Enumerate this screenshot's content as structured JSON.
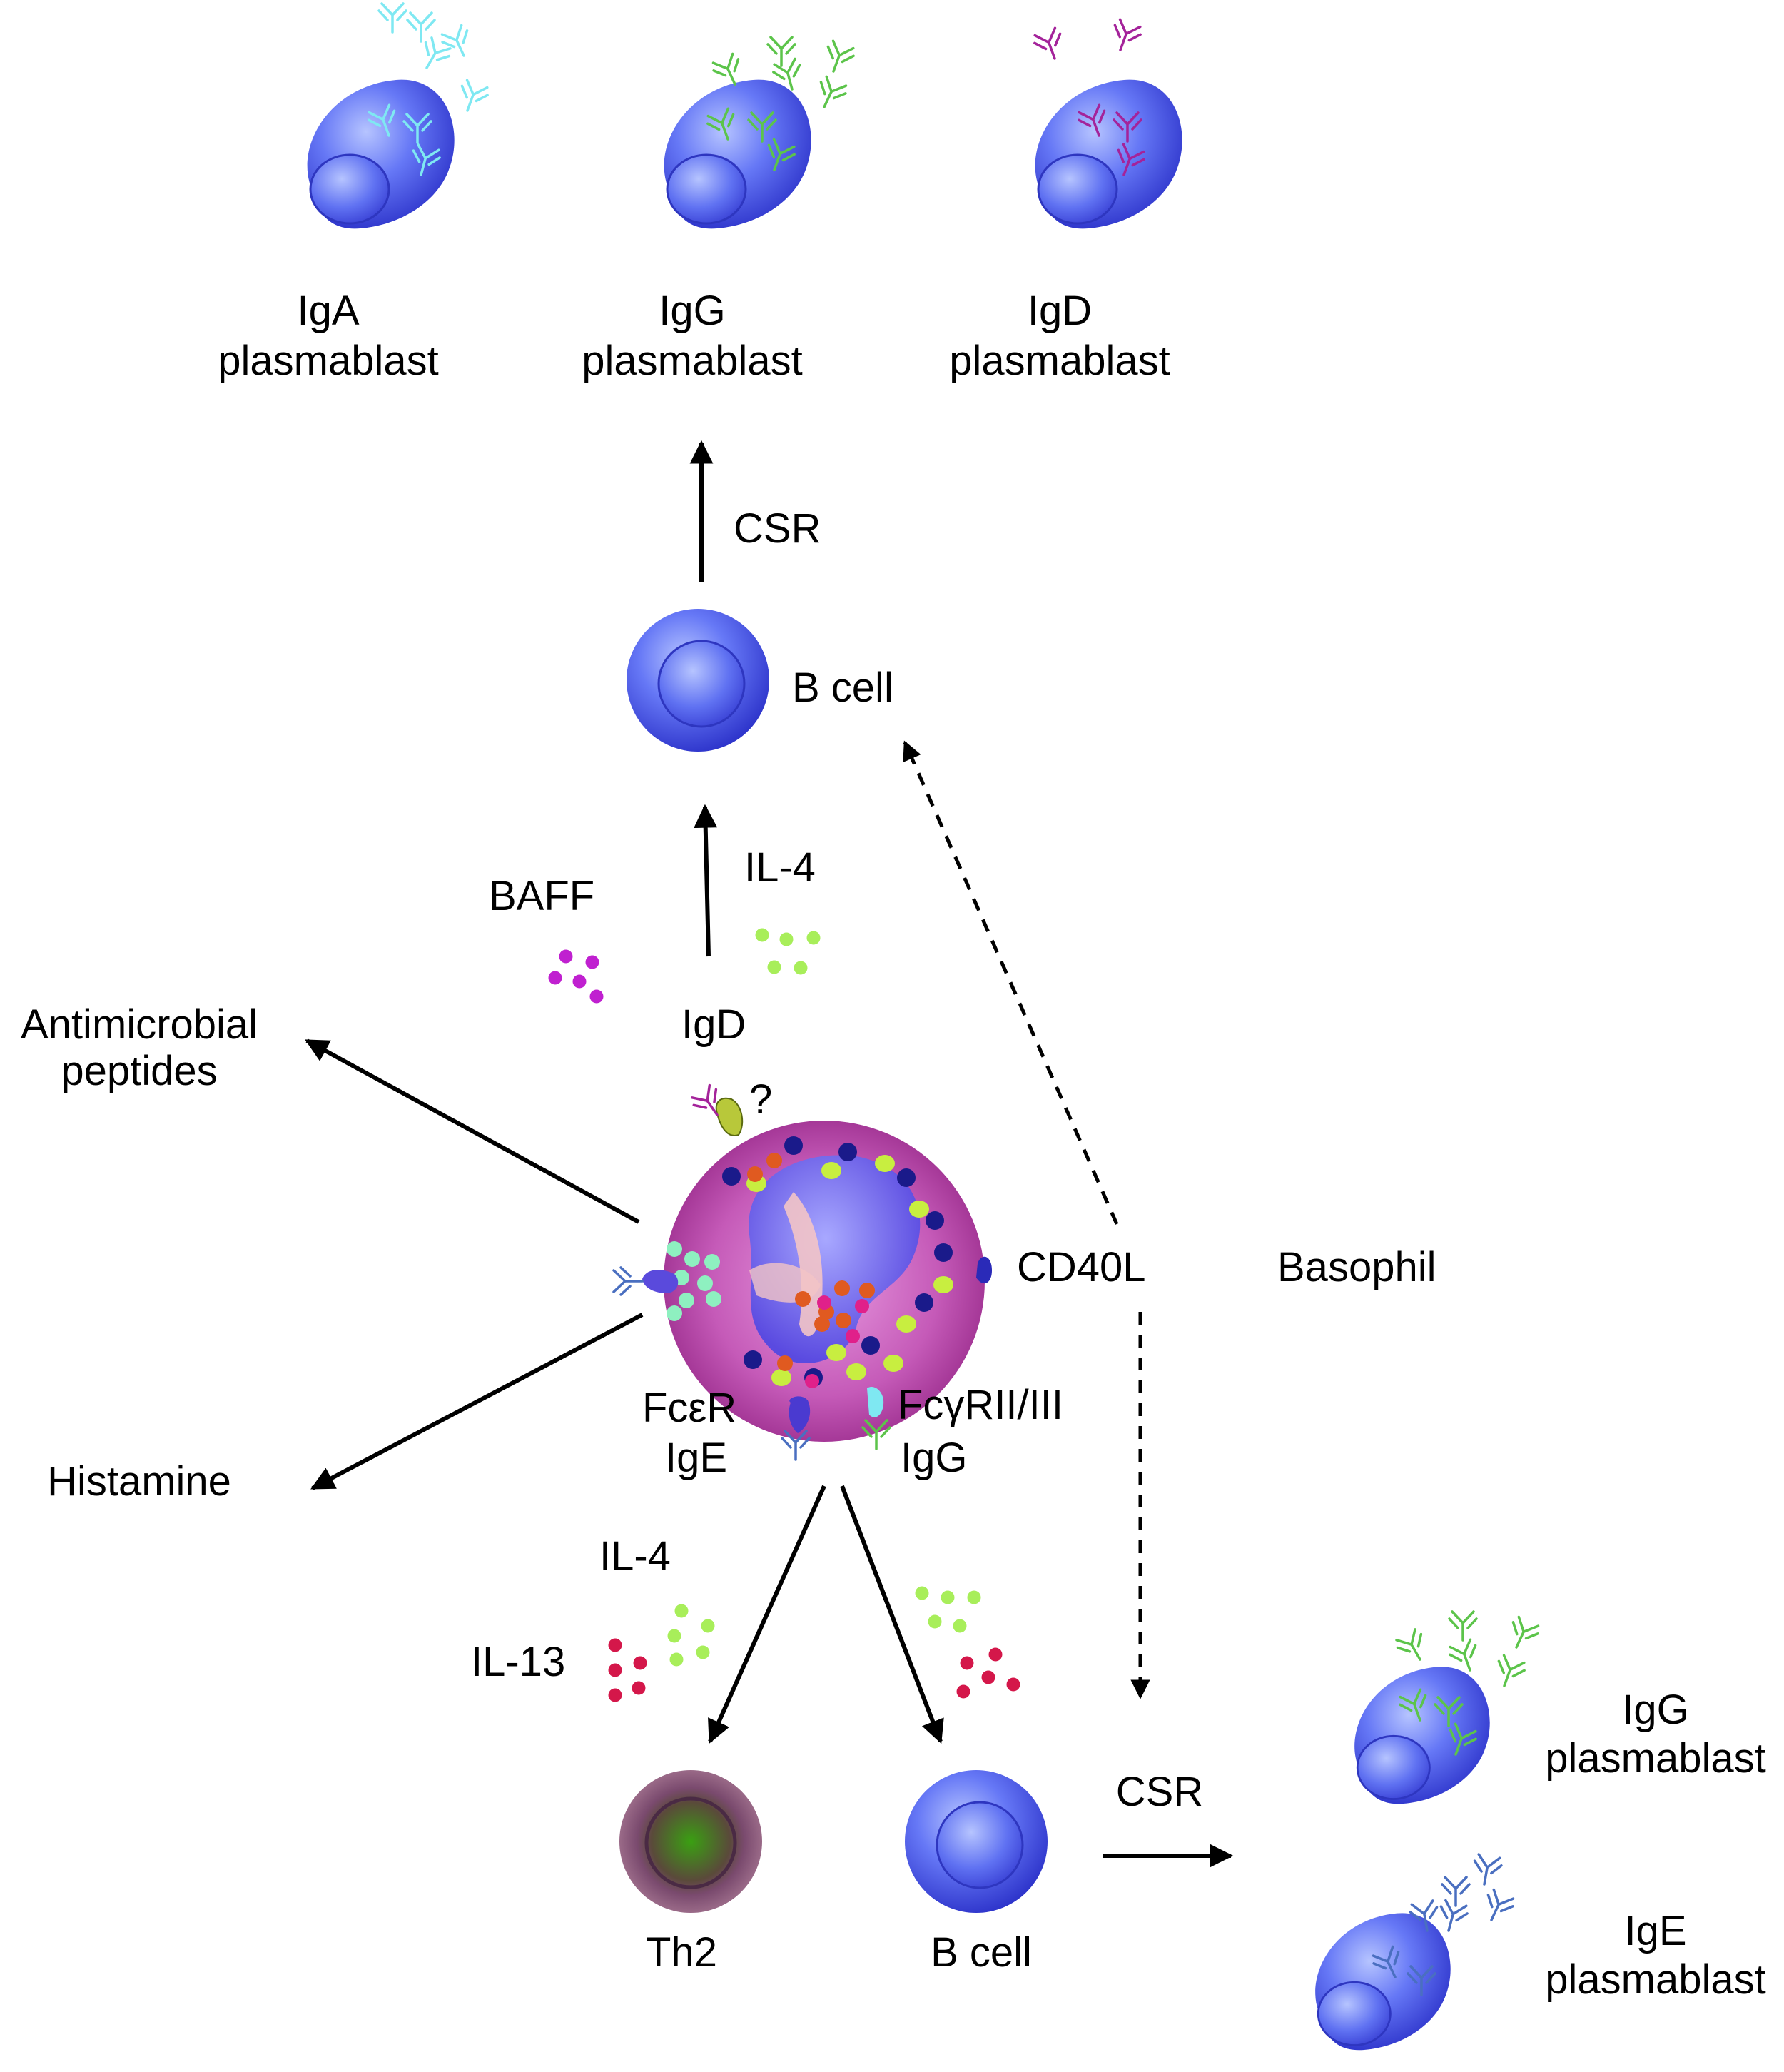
{
  "labels": {
    "iga_plasmablast_1": "IgA",
    "iga_plasmablast_2": "plasmablast",
    "igg_plasmablast_top_1": "IgG",
    "igg_plasmablast_top_2": "plasmablast",
    "igd_plasmablast_1": "IgD",
    "igd_plasmablast_2": "plasmablast",
    "csr_top": "CSR",
    "b_cell_top": "B cell",
    "baff": "BAFF",
    "il4_top": "IL-4",
    "igd": "IgD",
    "question": "?",
    "antimicrobial_1": "Antimicrobial",
    "antimicrobial_2": "peptides",
    "cd40l": "CD40L",
    "basophil": "Basophil",
    "fcer": "FcεR",
    "ige": "IgE",
    "fcgr": "FcγRII/III",
    "igg": "IgG",
    "histamine": "Histamine",
    "il4_bottom": "IL-4",
    "il13": "IL-13",
    "th2": "Th2",
    "b_cell_bottom": "B cell",
    "csr_bottom": "CSR",
    "igg_plasmablast_bottom_1": "IgG",
    "igg_plasmablast_bottom_2": "plasmablast",
    "ige_plasmablast_1": "IgE",
    "ige_plasmablast_2": "plasmablast"
  },
  "colors": {
    "iga_antibody": "#7fe8f2",
    "igg_antibody": "#5cc44a",
    "igd_antibody": "#a4239a",
    "ige_antibody": "#4a6fc0",
    "baff_dots": "#c020d0",
    "il4_dots": "#a8ee5a",
    "il13_dots": "#d4174a",
    "cell_blue": "#4a5ef0",
    "basophil_pink": "#c24ea8",
    "th2_outer": "#8a5878",
    "th2_inner": "#3aa012"
  }
}
